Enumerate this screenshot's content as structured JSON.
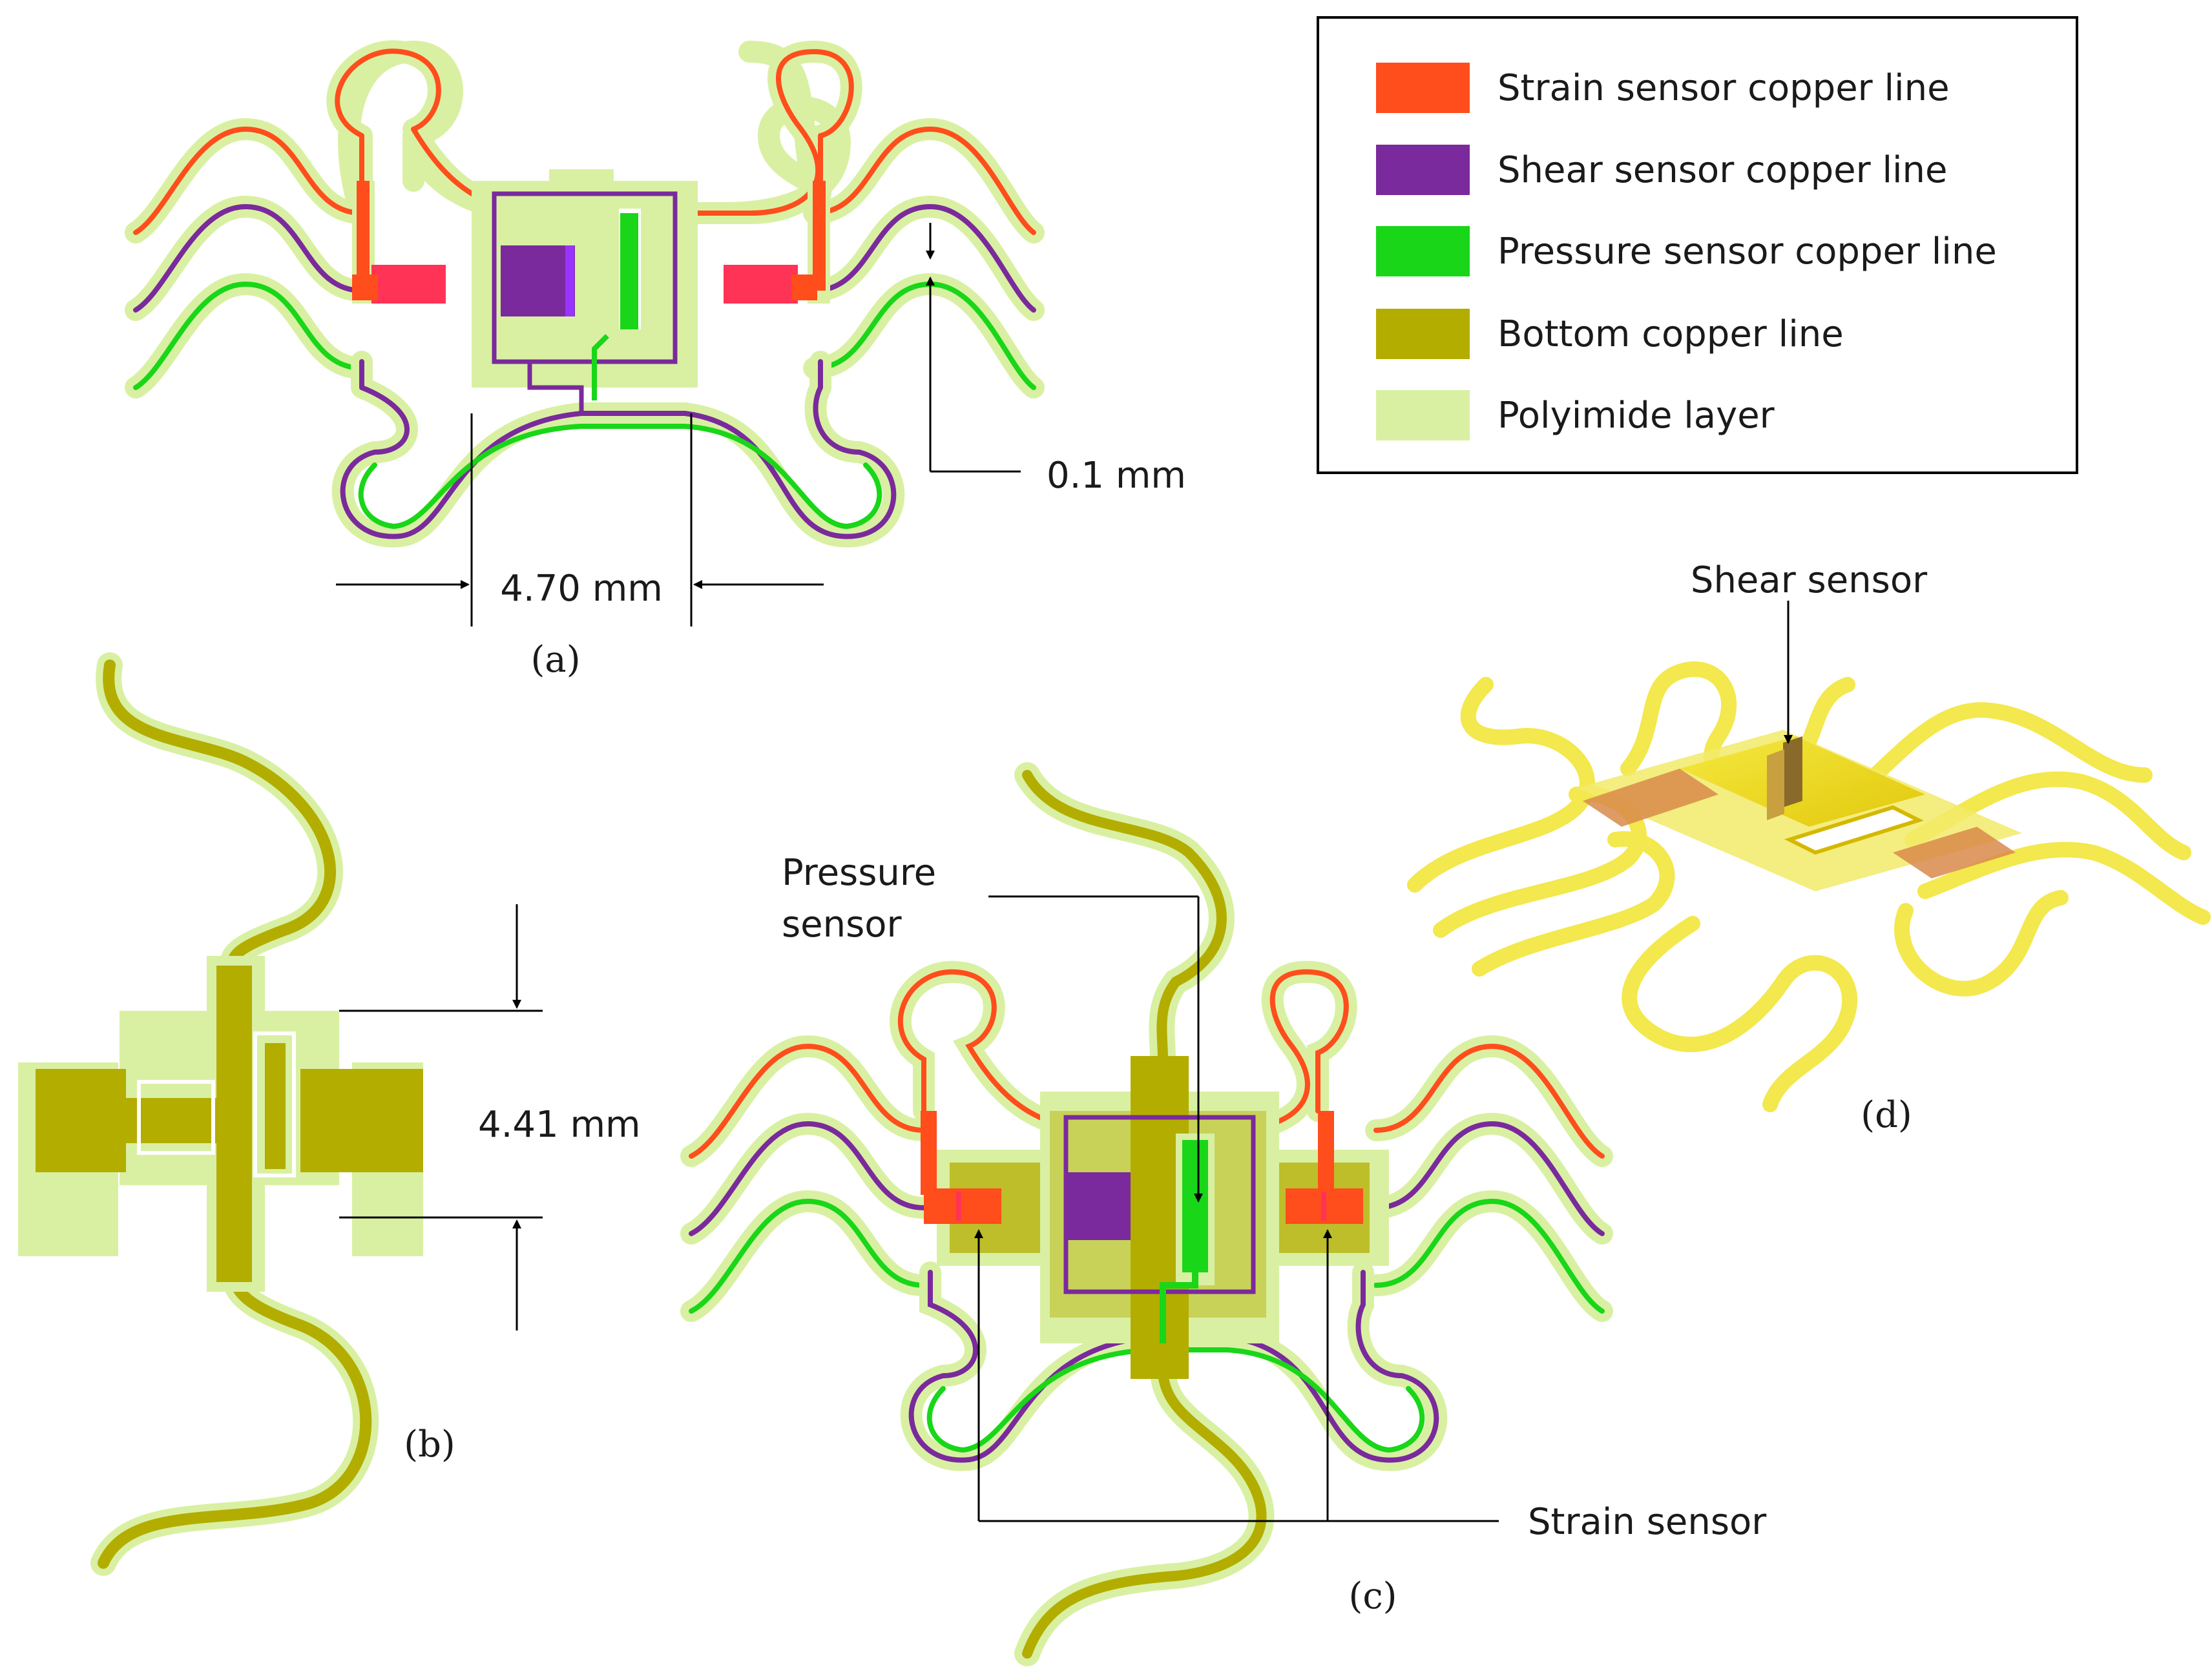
{
  "legend": {
    "items": [
      {
        "label": "Strain sensor copper line",
        "color": "#ff4d1c"
      },
      {
        "label": "Shear sensor copper line",
        "color": "#7a2a9c"
      },
      {
        "label": "Pressure sensor copper line",
        "color": "#19d619"
      },
      {
        "label": "Bottom copper line",
        "color": "#b3ad00"
      },
      {
        "label": "Polyimide layer",
        "color": "#d9f0a3"
      }
    ]
  },
  "panel_a": {
    "caption": "(a)",
    "dim_width": "4.70 mm",
    "dim_gap": "0.1 mm"
  },
  "panel_b": {
    "caption": "(b)",
    "dim_height": "4.41 mm"
  },
  "panel_c": {
    "caption": "(c)",
    "pressure_label_line1": "Pressure",
    "pressure_label_line2": "sensor",
    "strain_label": "Strain sensor"
  },
  "panel_d": {
    "caption": "(d)",
    "shear_label": "Shear sensor"
  }
}
